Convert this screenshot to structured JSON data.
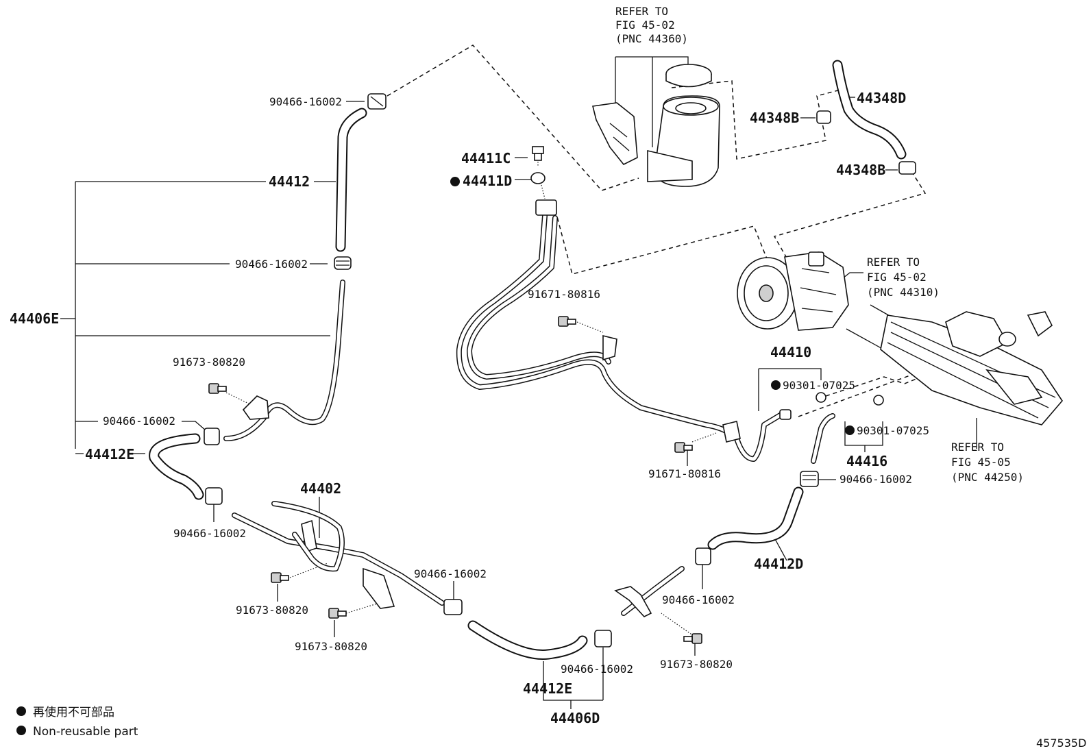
{
  "labels": {
    "p_44412": "44412",
    "p_44406E": "44406E",
    "p_44412E_top": "44412E",
    "p_44412E_bottom": "44412E",
    "p_44406D": "44406D",
    "p_44402": "44402",
    "p_44412D": "44412D",
    "p_44410": "44410",
    "p_44416": "44416",
    "p_44411C": "44411C",
    "p_44411D": "44411D",
    "p_44348B_1": "44348B",
    "p_44348B_2": "44348B",
    "p_44348D": "44348D",
    "c_90466_a": "90466-16002",
    "c_90466_b": "90466-16002",
    "c_90466_c": "90466-16002",
    "c_90466_d": "90466-16002",
    "c_90466_e": "90466-16002",
    "c_90466_f": "90466-16002",
    "c_90466_g": "90466-16002",
    "c_90466_h": "90466-16002",
    "b_91673_a": "91673-80820",
    "b_91673_b": "91673-80820",
    "b_91673_c": "91673-80820",
    "b_91673_d": "91673-80820",
    "b_91671_a": "91671-80816",
    "b_91671_b": "91671-80816",
    "o_90301_a": "90301-07025",
    "o_90301_b": "90301-07025"
  },
  "refs": {
    "reservoir": [
      "REFER TO",
      "FIG 45-02",
      "(PNC 44360)"
    ],
    "pump": [
      "REFER TO",
      "FIG 45-02",
      "(PNC 44310)"
    ],
    "gear": [
      "REFER TO",
      "FIG 45-05",
      "(PNC 44250)"
    ]
  },
  "legend": {
    "japanese": "再使用不可部品",
    "english": "Non-reusable part"
  },
  "figure_id": "457535D"
}
